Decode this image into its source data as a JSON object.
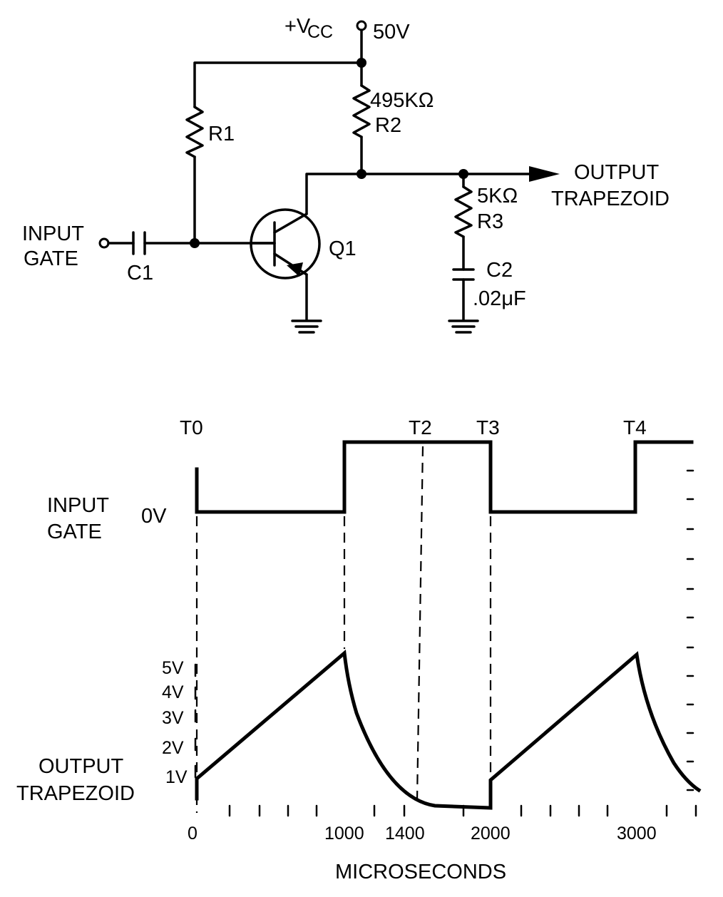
{
  "circuit": {
    "vcc_label": "+V",
    "vcc_sub": "CC",
    "vcc_value": "50V",
    "r1": "R1",
    "r2_value": "495KΩ",
    "r2": "R2",
    "r3_value": "5KΩ",
    "r3": "R3",
    "c1": "C1",
    "c2": "C2",
    "c2_value": ".02μF",
    "q1": "Q1",
    "input_line1": "INPUT",
    "input_line2": "GATE",
    "output_line1": "OUTPUT",
    "output_line2": "TRAPEZOID"
  },
  "timing": {
    "markers": [
      "T0",
      "T2",
      "T3",
      "T4"
    ],
    "input_line1": "INPUT",
    "input_line2": "GATE",
    "zero_volt": "0V",
    "output_line1": "OUTPUT",
    "output_line2": "TRAPEZOID",
    "y_ticks": [
      "5V",
      "4V",
      "3V",
      "2V",
      "1V"
    ],
    "x_ticks": [
      "0",
      "1000",
      "1400",
      "2000",
      "3000"
    ],
    "x_label": "MICROSECONDS"
  }
}
